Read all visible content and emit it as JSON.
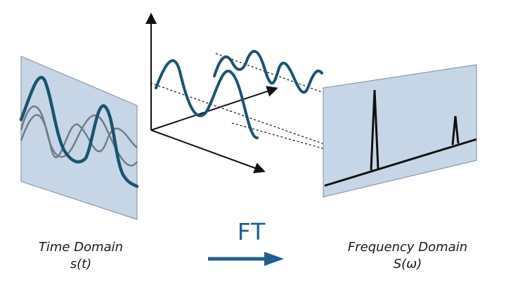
{
  "time_domain": {
    "title": "Time Domain",
    "symbol": "s(t)"
  },
  "frequency_domain": {
    "title": "Frequency Domain",
    "symbol": "S(ω)"
  },
  "transform": {
    "label": "FT"
  },
  "colors": {
    "panel_fill": "#c7d6e6",
    "panel_edge": "#8b9aaa",
    "wave_dark": "#1b5370",
    "wave_gray": "#6f7d89",
    "arrow_blue": "#1f5f95",
    "axis_black": "#111111"
  }
}
